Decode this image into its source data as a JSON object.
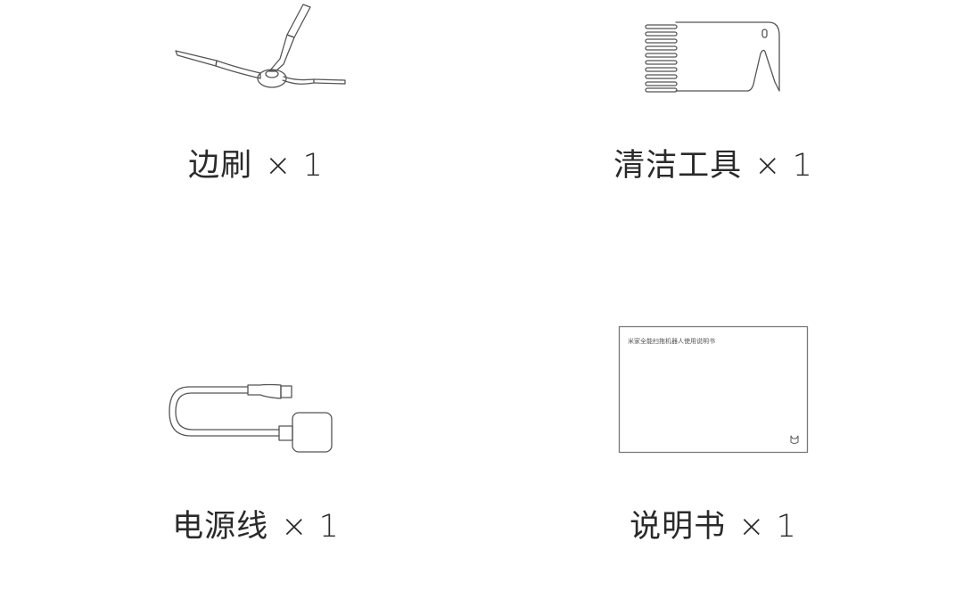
{
  "items": [
    {
      "name": "边刷",
      "qty": "× 1"
    },
    {
      "name": "清洁工具",
      "qty": "× 1"
    },
    {
      "name": "电源线",
      "qty": "× 1"
    },
    {
      "name": "说明书",
      "qty": "× 1"
    }
  ],
  "manual": {
    "cover_title": "米家全能扫拖机器人使用说明书"
  },
  "colors": {
    "line": "#555555",
    "text": "#2a2a2a"
  }
}
